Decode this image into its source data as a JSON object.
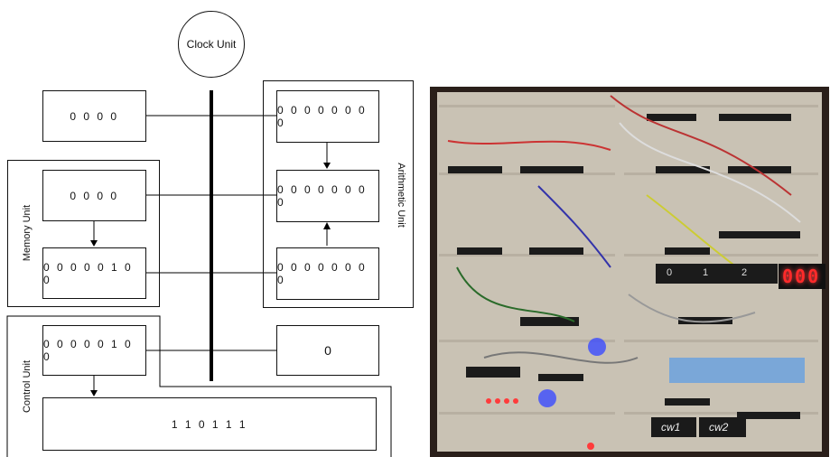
{
  "diagram": {
    "clock_label": "Clock Unit",
    "memory_unit_label": "Memory Unit",
    "control_unit_label": "Control Unit",
    "arithmetic_unit_label": "Arithmetic Unit",
    "registers": {
      "top_left": "0 0 0 0",
      "memory_address": "0 0 0 0",
      "memory_data": "0 0 0 0 0 1 0 0",
      "control_instruction": "0 0 0 0 0 1 0 0",
      "control_word": "1 1 0 1 1 1",
      "alu_a": "0 0 0 0 0 0 0 0",
      "alu_sum": "0 0 0 0 0 0 0 0",
      "alu_b": "0 0 0 0 0 0 0 0",
      "output": "0"
    }
  },
  "photo": {
    "display_digits": "000",
    "label_0": "0",
    "label_1": "1",
    "label_2": "2",
    "cw1": "cw1",
    "cw2": "cw2"
  },
  "colors": {
    "photo_bg": "#2a1f1a",
    "led_red": "#ff2a2a",
    "led_blue": "#3b4bff"
  }
}
